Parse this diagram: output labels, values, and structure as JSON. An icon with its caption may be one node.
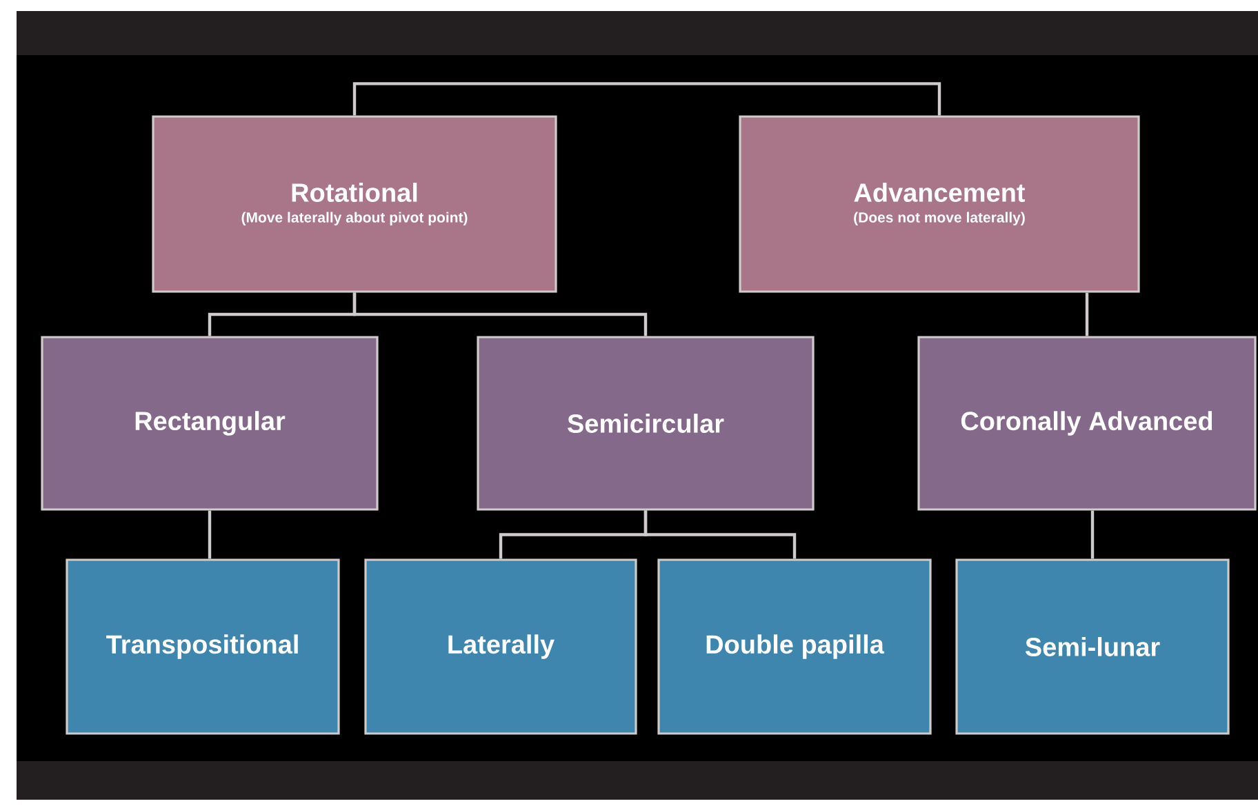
{
  "diagram": {
    "nodes": [
      {
        "text": [
          "Rotational",
          "(Move laterally about pivot point)"
        ]
      },
      {
        "text": [
          "Advancement",
          "(Does not move laterally)"
        ]
      },
      {
        "text": [
          "Rectangular"
        ]
      },
      {
        "text": [
          "Semicircular"
        ]
      },
      {
        "text": [
          "Coronally Advanced"
        ]
      },
      {
        "text": [
          "Transpositional"
        ]
      },
      {
        "text": [
          "Laterally"
        ]
      },
      {
        "text": [
          "Double papilla"
        ]
      },
      {
        "text": [
          "Semi-lunar"
        ]
      }
    ],
    "edges": [
      {
        "from": 0,
        "to": 1,
        "arrow": "none"
      },
      {
        "from": 0,
        "to": 2,
        "arrow": "none"
      },
      {
        "from": 0,
        "to": 3,
        "arrow": "none"
      },
      {
        "from": 1,
        "to": 4,
        "arrow": "none"
      },
      {
        "from": 2,
        "to": 5,
        "arrow": "none"
      },
      {
        "from": 3,
        "to": 6,
        "arrow": "none"
      },
      {
        "from": 3,
        "to": 7,
        "arrow": "none"
      },
      {
        "from": 4,
        "to": 8,
        "arrow": "none"
      }
    ]
  }
}
